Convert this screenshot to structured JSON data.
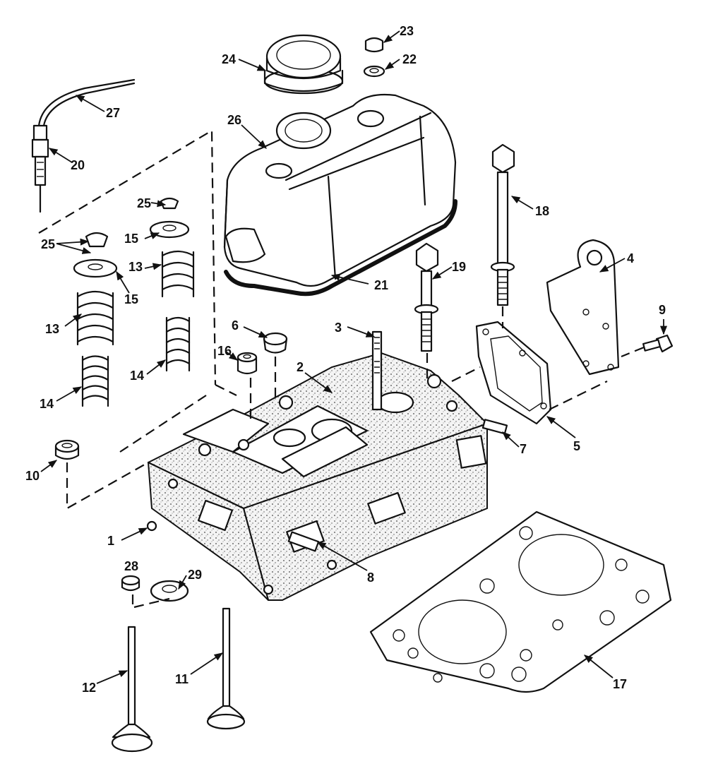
{
  "diagram": {
    "callouts": [
      "1",
      "2",
      "3",
      "4",
      "5",
      "6",
      "7",
      "8",
      "9",
      "10",
      "11",
      "12",
      "13",
      "13",
      "14",
      "14",
      "15",
      "15",
      "16",
      "17",
      "18",
      "19",
      "20",
      "21",
      "22",
      "23",
      "24",
      "25",
      "25",
      "26",
      "27",
      "28",
      "29"
    ]
  }
}
